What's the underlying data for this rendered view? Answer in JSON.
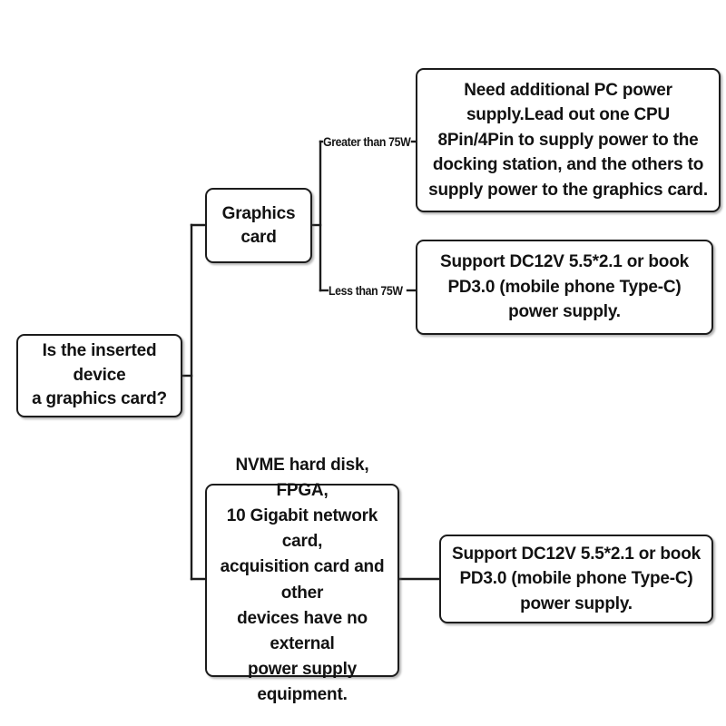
{
  "diagram": {
    "title": "Docking station power supply decision flow",
    "background_color": "#ffffff",
    "line_color": "#1c1c1c",
    "text_color": "#121212",
    "nodes": {
      "root": "Is the inserted device\na graphics card?",
      "graphics_card": "Graphics card",
      "greater_than_75w_note": "Need additional PC power supply.Lead out one CPU 8Pin/4Pin to supply power to the docking station, and the others to supply power to the graphics card.",
      "less_than_75w_note": "Support DC12V 5.5*2.1 or book PD3.0 (mobile phone Type-C) power supply.",
      "other_devices": "NVME hard disk, FPGA,\n10 Gigabit network card,\nacquisition card and other\ndevices have no external\npower supply equipment.",
      "other_devices_note": "Support DC12V 5.5*2.1 or book PD3.0 (mobile phone Type-C) power supply."
    },
    "edge_labels": {
      "greater_than_75w": "Greater than 75W",
      "less_than_75w": "Less than 75W"
    }
  }
}
